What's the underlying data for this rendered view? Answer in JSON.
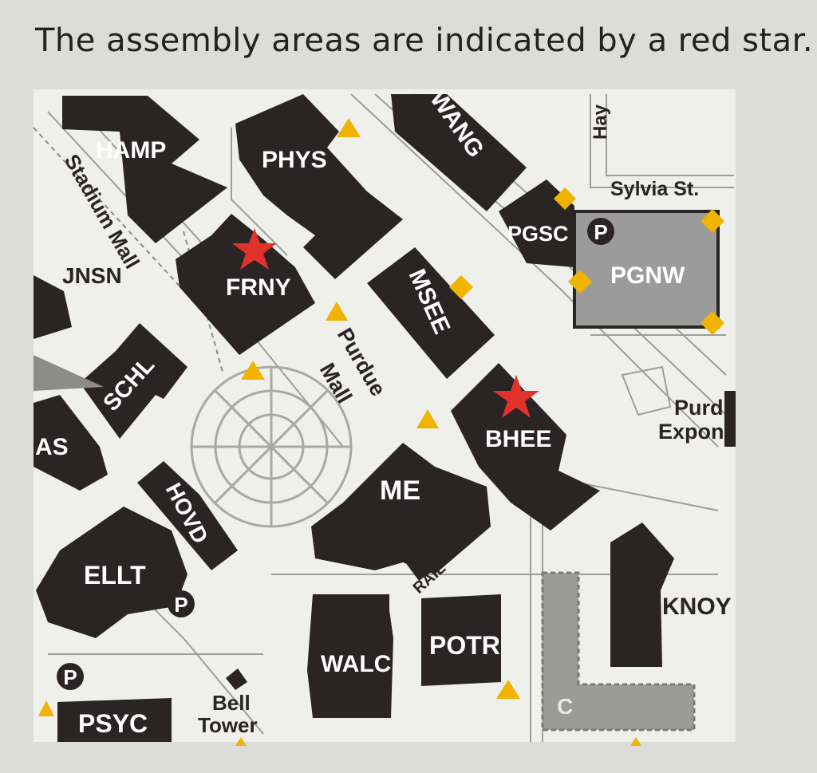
{
  "caption": "The assembly areas are indicated by a red star.",
  "colors": {
    "map_background": "#efefec",
    "building": "#2a2425",
    "building_text": "#ffffff",
    "parking_lot": "#9a9b9a",
    "assembly_star": "#e0322a",
    "marker": "#f0b400",
    "street_text": "#2a2425"
  },
  "buildings": {
    "hamp": "HAMP",
    "phys": "PHYS",
    "wang": "WANG",
    "pgsc": "PGSC",
    "pgnw": "PGNW",
    "frny": "FRNY",
    "msee": "MSEE",
    "schl": "SCHL",
    "bhee": "BHEE",
    "me": "ME",
    "hovd": "HOVD",
    "ellt": "ELLT",
    "walc": "WALC",
    "potr": "POTR",
    "psyc": "PSYC",
    "knoy": "KNOY",
    "as": "AS",
    "c": "C"
  },
  "streets": {
    "stadium_mall": "Stadium Mall",
    "purdue_mall_1": "Purdue",
    "purdue_mall_2": "Mall",
    "sylvia_st": "Sylvia St.",
    "hay": "Hay",
    "jnsn": "JNSN",
    "rail": "RAIL",
    "bell_tower_1": "Bell",
    "bell_tower_2": "Tower",
    "purd_expo_1": "Purd",
    "purd_expo_2": "Expon"
  },
  "icons": {
    "assembly_area": "red-star",
    "parking": "P",
    "entrance_marker": "yellow-triangle",
    "corner_marker": "yellow-diamond"
  },
  "parking_label": "P"
}
